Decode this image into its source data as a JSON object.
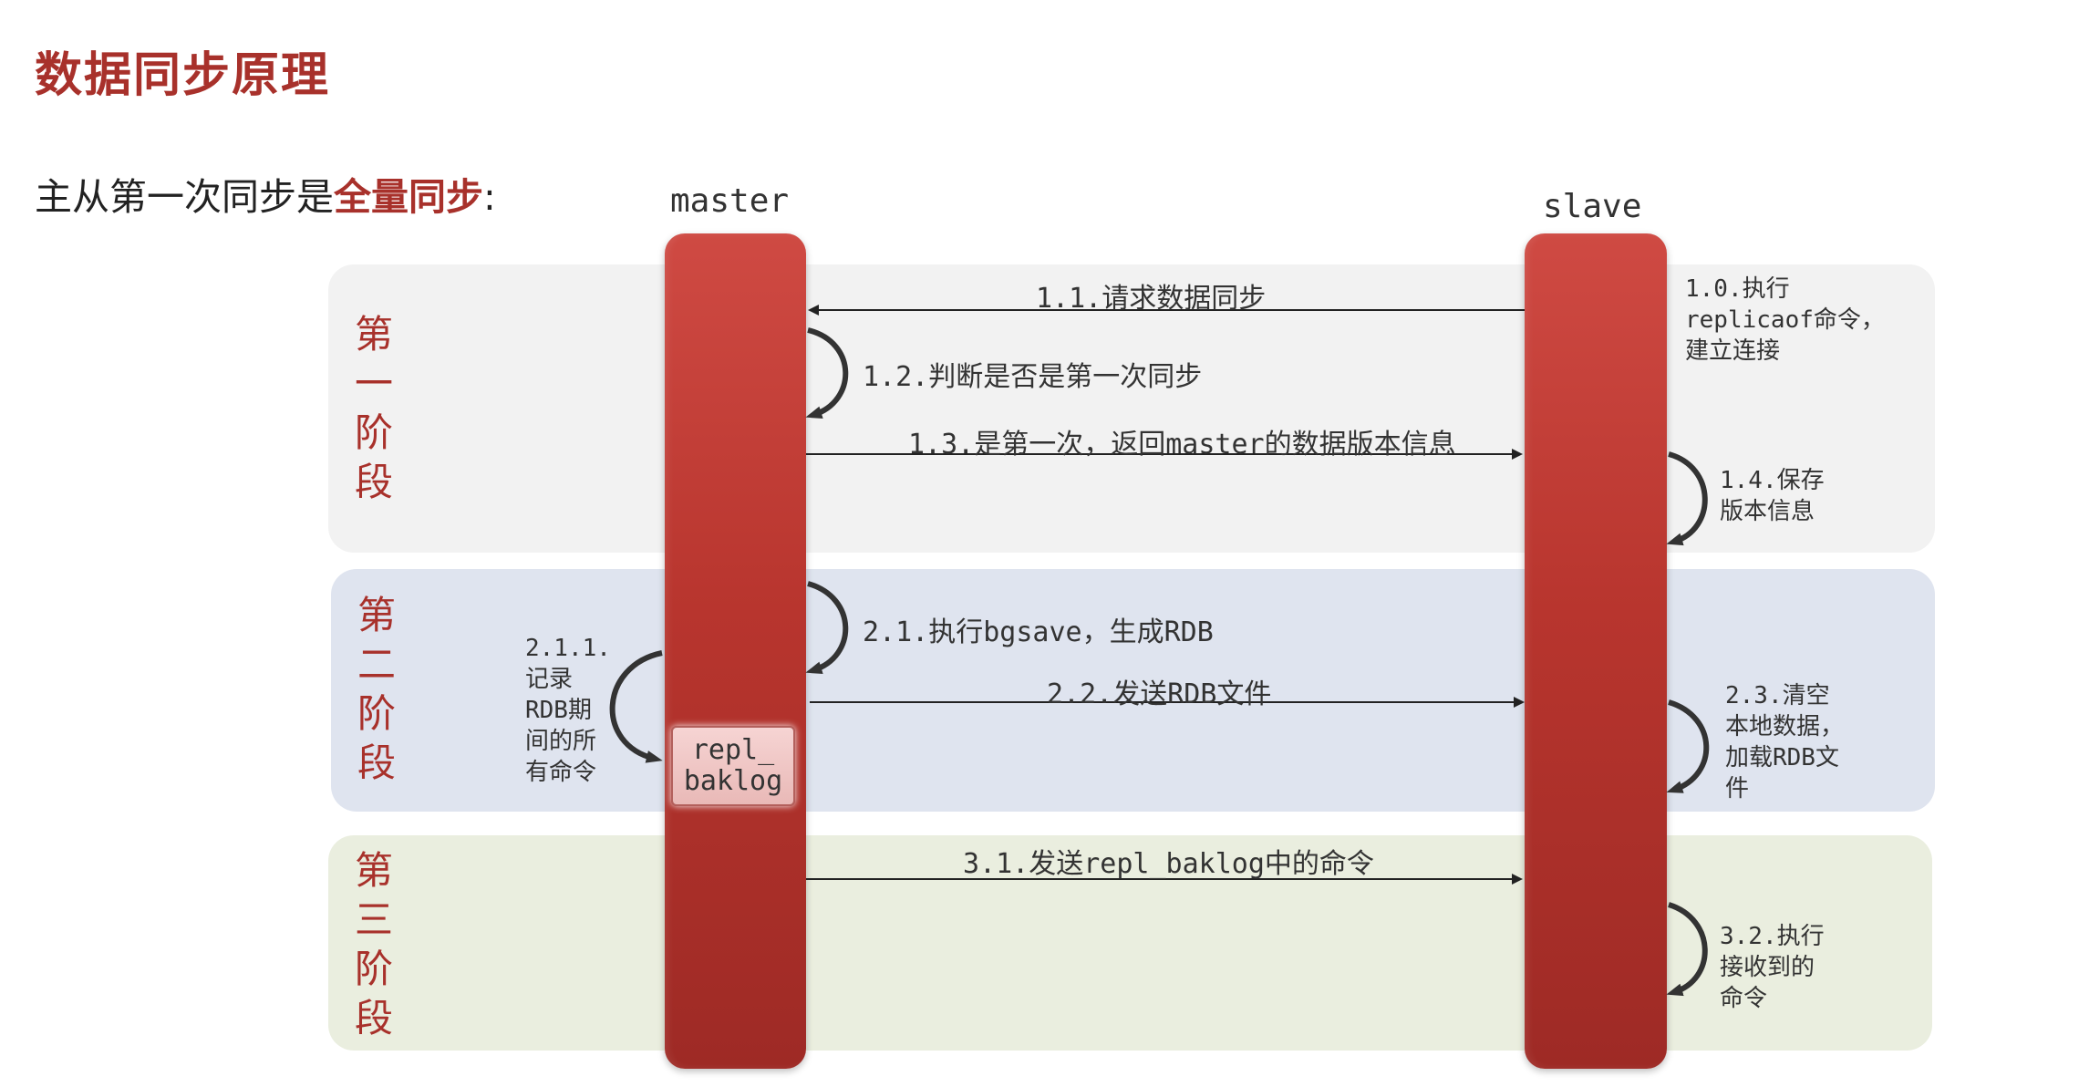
{
  "title": "数据同步原理",
  "subtitle": {
    "prefix": "主从第一次同步是",
    "highlight": "全量同步",
    "suffix": ":"
  },
  "columns": {
    "master": "master",
    "slave": "slave"
  },
  "phases": [
    {
      "chars": [
        "第",
        "一",
        "阶",
        "段"
      ],
      "color": "#f2f2f2"
    },
    {
      "chars": [
        "第",
        "二",
        "阶",
        "段"
      ],
      "color": "#dfe4ef"
    },
    {
      "chars": [
        "第",
        "三",
        "阶",
        "段"
      ],
      "color": "#eaeedf"
    }
  ],
  "colors": {
    "accent": "#a8312b",
    "bar": "#b8352e",
    "arrow": "#222222"
  },
  "messages": {
    "m11": "1.1.请求数据同步",
    "m12": "1.2.判断是否是第一次同步",
    "m13": "1.3.是第一次，返回master的数据版本信息",
    "m21": "2.1.执行bgsave，生成RDB",
    "m22": "2.2.发送RDB文件",
    "m31": "3.1.发送repl_baklog中的命令"
  },
  "notes": {
    "n10": [
      "1.0.执行",
      "replicaof命令，",
      "建立连接"
    ],
    "n14": [
      "1.4.保存",
      "版本信息"
    ],
    "n211": [
      "2.1.1.",
      "记录",
      "RDB期",
      "间的所",
      "有命令"
    ],
    "n23": [
      "2.3.清空",
      "本地数据，",
      "加载RDB文",
      "件"
    ],
    "n32": [
      "3.2.执行",
      "接收到的",
      "命令"
    ]
  },
  "repl_box": [
    "repl_",
    "baklog"
  ]
}
